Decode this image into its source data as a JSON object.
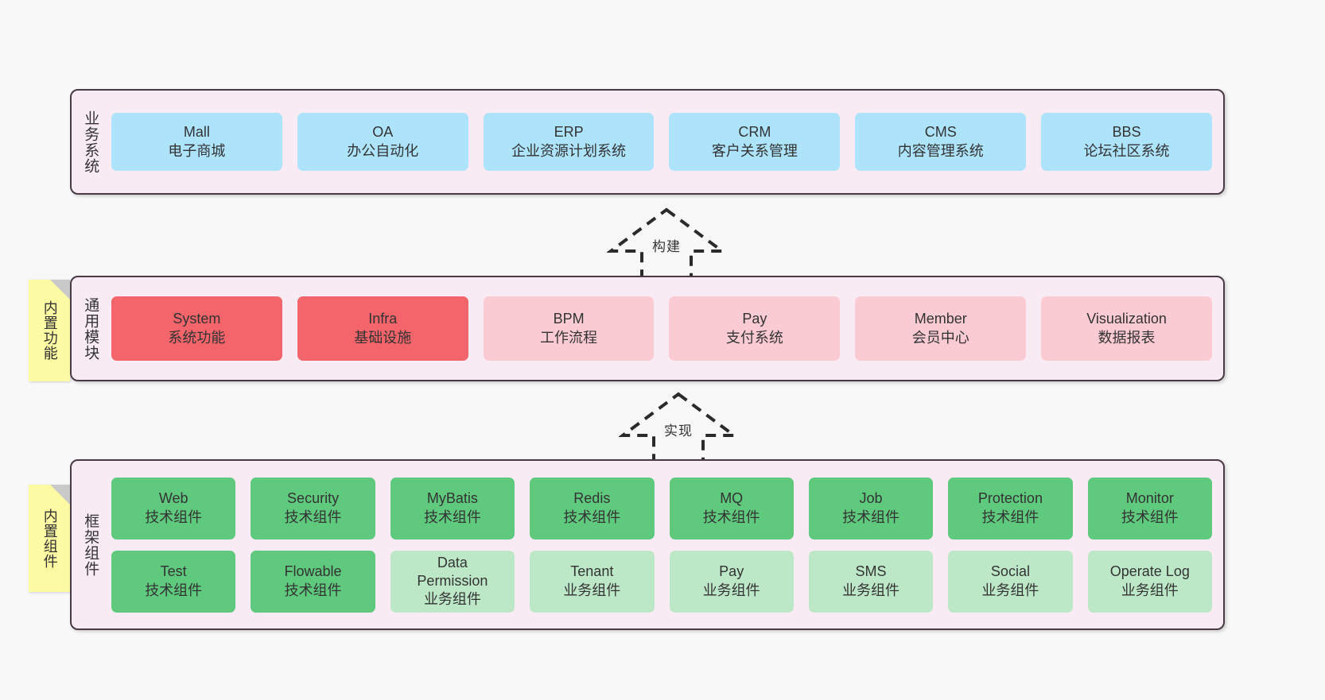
{
  "diagram": {
    "background_color": "#f8f8f8",
    "band_fill": "#f9ebf4",
    "band_border": "#4a3a45",
    "sticky_color": "#fcfaa2",
    "colors": {
      "blue": "#ade3fb",
      "red": "#f4646b",
      "pink": "#fbcbd4",
      "green": "#5fc97e",
      "light_green": "#bde8c8"
    }
  },
  "bands": {
    "business": {
      "title": "业务系统",
      "cards": [
        {
          "name": "Mall",
          "desc": "电子商城",
          "color": "blue"
        },
        {
          "name": "OA",
          "desc": "办公自动化",
          "color": "blue"
        },
        {
          "name": "ERP",
          "desc": "企业资源计划系统",
          "color": "blue"
        },
        {
          "name": "CRM",
          "desc": "客户关系管理",
          "color": "blue"
        },
        {
          "name": "CMS",
          "desc": "内容管理系统",
          "color": "blue"
        },
        {
          "name": "BBS",
          "desc": "论坛社区系统",
          "color": "blue"
        }
      ]
    },
    "modules": {
      "title": "通用模块",
      "sticky": "内置功能",
      "cards": [
        {
          "name": "System",
          "desc": "系统功能",
          "color": "red"
        },
        {
          "name": "Infra",
          "desc": "基础设施",
          "color": "red"
        },
        {
          "name": "BPM",
          "desc": "工作流程",
          "color": "pink"
        },
        {
          "name": "Pay",
          "desc": "支付系统",
          "color": "pink"
        },
        {
          "name": "Member",
          "desc": "会员中心",
          "color": "pink"
        },
        {
          "name": "Visualization",
          "desc": "数据报表",
          "color": "pink"
        }
      ]
    },
    "framework": {
      "title": "框架组件",
      "sticky": "内置组件",
      "row1": [
        {
          "name": "Web",
          "desc": "技术组件",
          "color": "green"
        },
        {
          "name": "Security",
          "desc": "技术组件",
          "color": "green"
        },
        {
          "name": "MyBatis",
          "desc": "技术组件",
          "color": "green"
        },
        {
          "name": "Redis",
          "desc": "技术组件",
          "color": "green"
        },
        {
          "name": "MQ",
          "desc": "技术组件",
          "color": "green"
        },
        {
          "name": "Job",
          "desc": "技术组件",
          "color": "green"
        },
        {
          "name": "Protection",
          "desc": "技术组件",
          "color": "green"
        },
        {
          "name": "Monitor",
          "desc": "技术组件",
          "color": "green"
        }
      ],
      "row2": [
        {
          "name": "Test",
          "desc": "技术组件",
          "color": "green"
        },
        {
          "name": "Flowable",
          "desc": "技术组件",
          "color": "green"
        },
        {
          "name": "Data\nPermission",
          "desc": "业务组件",
          "color": "light_green"
        },
        {
          "name": "Tenant",
          "desc": "业务组件",
          "color": "light_green"
        },
        {
          "name": "Pay",
          "desc": "业务组件",
          "color": "light_green"
        },
        {
          "name": "SMS",
          "desc": "业务组件",
          "color": "light_green"
        },
        {
          "name": "Social",
          "desc": "业务组件",
          "color": "light_green"
        },
        {
          "name": "Operate Log",
          "desc": "业务组件",
          "color": "light_green"
        }
      ]
    }
  },
  "connectors": {
    "build": "构建",
    "implement": "实现"
  }
}
